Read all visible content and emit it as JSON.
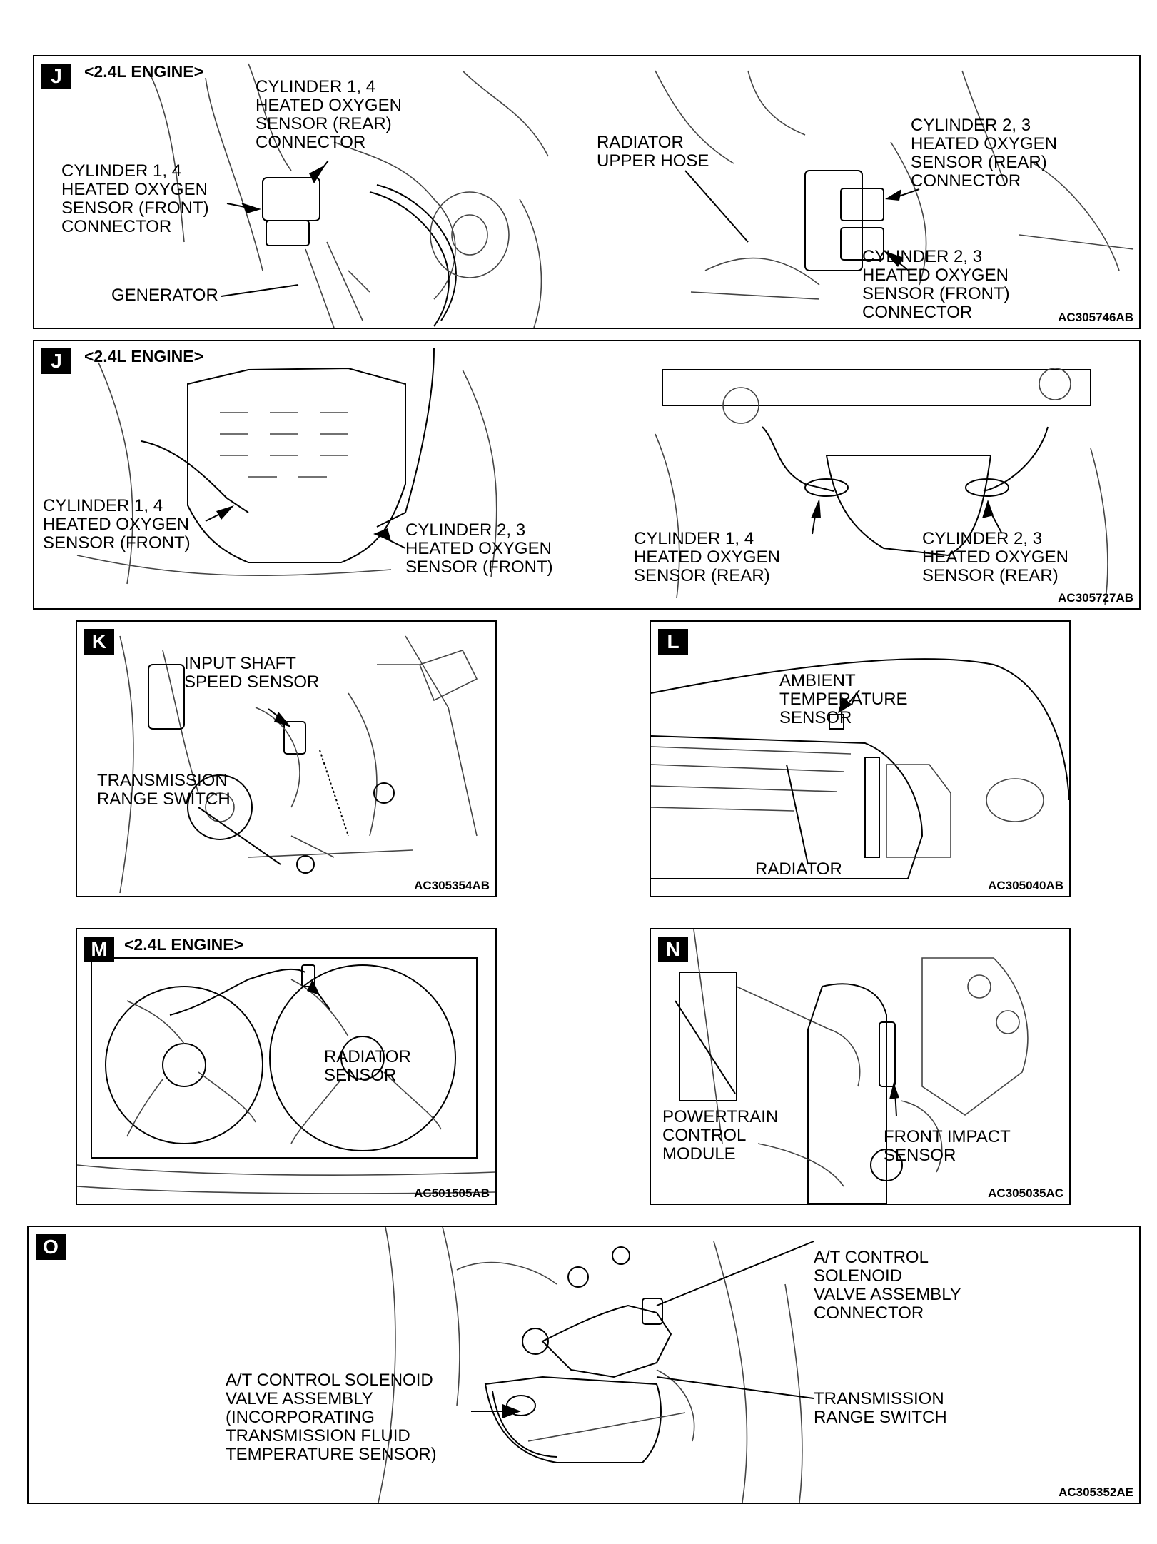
{
  "panels": {
    "j1": {
      "tag": "J",
      "engine": "<2.4L ENGINE>",
      "labels": {
        "cyl14_rear_connector": "CYLINDER 1, 4\nHEATED OXYGEN\nSENSOR (REAR)\nCONNECTOR",
        "cyl14_front_connector": "CYLINDER 1, 4\nHEATED OXYGEN\nSENSOR (FRONT)\nCONNECTOR",
        "generator": "GENERATOR",
        "radiator_upper_hose": "RADIATOR\nUPPER HOSE",
        "cyl23_rear_connector": "CYLINDER 2, 3\nHEATED OXYGEN\nSENSOR (REAR)\nCONNECTOR",
        "cyl23_front_connector": "CYLINDER 2, 3\nHEATED OXYGEN\nSENSOR (FRONT)\nCONNECTOR"
      },
      "code": "AC305746AB"
    },
    "j2": {
      "tag": "J",
      "engine": "<2.4L ENGINE>",
      "labels": {
        "cyl14_front": "CYLINDER 1, 4\nHEATED OXYGEN\nSENSOR (FRONT)",
        "cyl23_front": "CYLINDER 2, 3\nHEATED OXYGEN\nSENSOR (FRONT)",
        "cyl14_rear": "CYLINDER 1, 4\nHEATED OXYGEN\nSENSOR (REAR)",
        "cyl23_rear": "CYLINDER 2, 3\nHEATED OXYGEN\nSENSOR (REAR)"
      },
      "code": "AC305727AB"
    },
    "k": {
      "tag": "K",
      "labels": {
        "input_shaft": "INPUT SHAFT\nSPEED SENSOR",
        "trs": "TRANSMISSION\nRANGE SWITCH"
      },
      "code": "AC305354AB"
    },
    "l": {
      "tag": "L",
      "labels": {
        "ambient": "AMBIENT\nTEMPERATURE\nSENSOR",
        "radiator": "RADIATOR"
      },
      "code": "AC305040AB"
    },
    "m": {
      "tag": "M",
      "engine": "<2.4L ENGINE>",
      "labels": {
        "radiator_sensor": "RADIATOR\nSENSOR"
      },
      "code": "AC501505AB"
    },
    "n": {
      "tag": "N",
      "labels": {
        "pcm": "POWERTRAIN\nCONTROL\nMODULE",
        "front_impact": "FRONT IMPACT\nSENSOR"
      },
      "code": "AC305035AC"
    },
    "o": {
      "tag": "O",
      "labels": {
        "solenoid_connector": "A/T CONTROL\nSOLENOID\nVALVE ASSEMBLY\nCONNECTOR",
        "solenoid_assembly": "A/T CONTROL SOLENOID\nVALVE ASSEMBLY\n(INCORPORATING\nTRANSMISSION FLUID\nTEMPERATURE SENSOR)",
        "trs": "TRANSMISSION\nRANGE SWITCH"
      },
      "code": "AC305352AE"
    }
  }
}
